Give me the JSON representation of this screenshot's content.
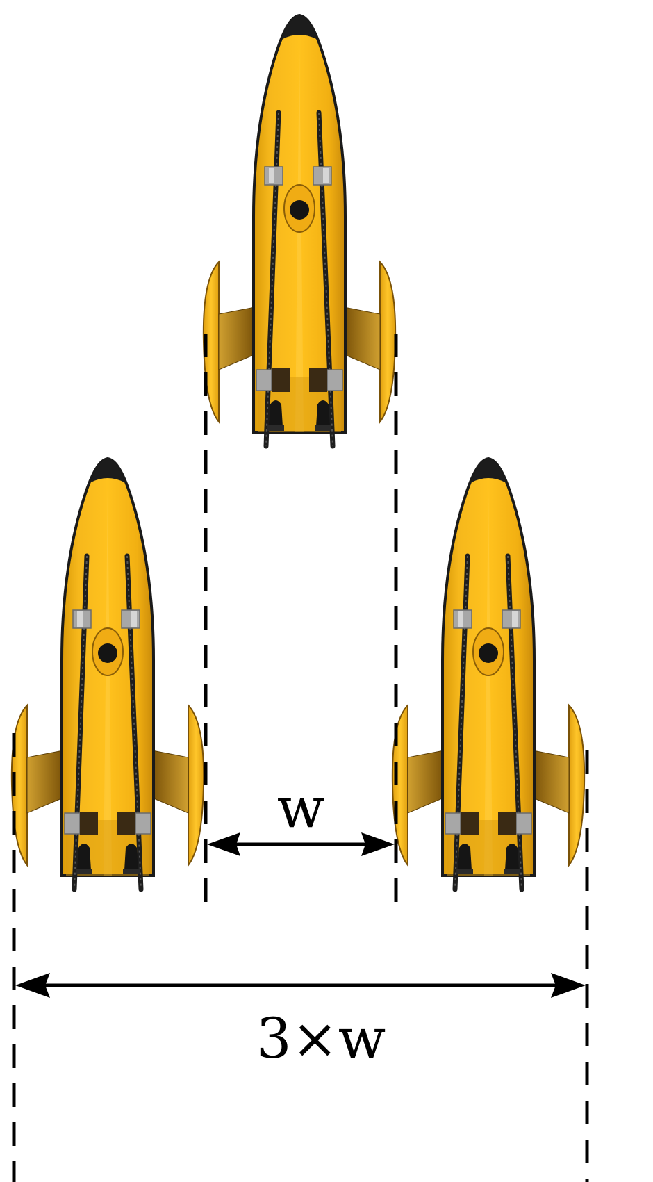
{
  "diagram": {
    "labels": {
      "single_width": "w",
      "total_width": "3×w"
    },
    "vehicles": [
      {
        "id": "lead",
        "position_name": "top-center"
      },
      {
        "id": "left",
        "position_name": "bottom-left"
      },
      {
        "id": "right",
        "position_name": "bottom-right"
      }
    ],
    "colors": {
      "hull": "#f5b41a",
      "hull_shadow": "#c98a0a",
      "fin": "#a87410",
      "rail": "#1e1e1e",
      "clamp": "#a7a7a7",
      "dimension_line": "#000000",
      "background": "#ffffff"
    }
  }
}
